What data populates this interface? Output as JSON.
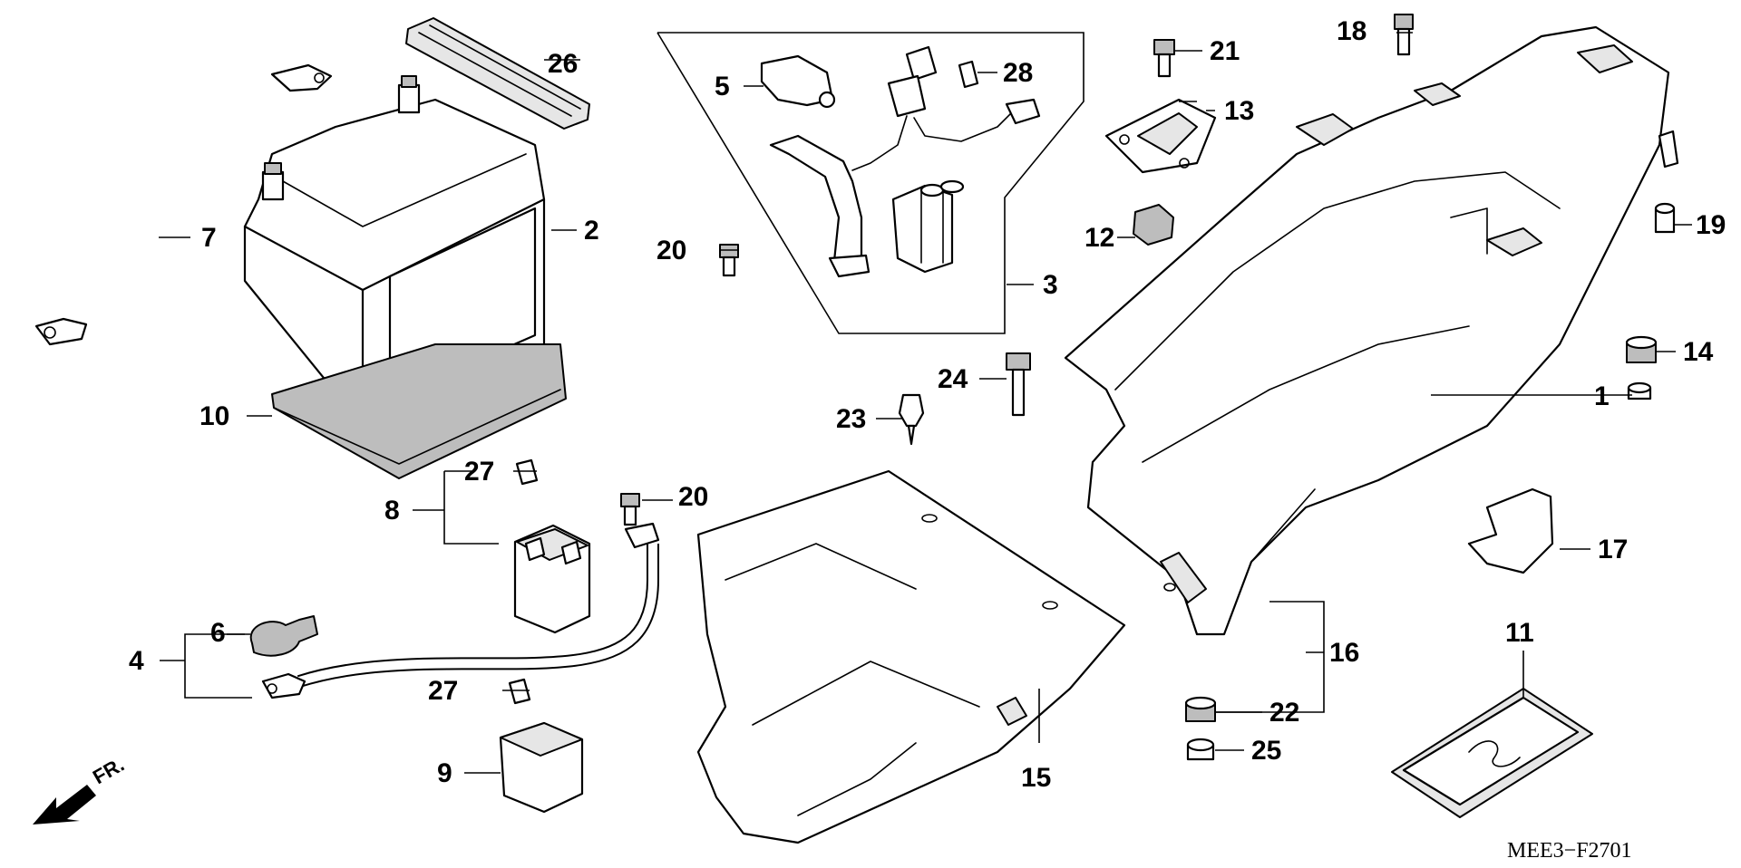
{
  "diagram_code": "MEE3−F2701",
  "direction_label": "FR.",
  "direction_icon": "front-arrow-icon",
  "callouts": {
    "c1": "1",
    "c2": "2",
    "c3": "3",
    "c4": "4",
    "c5": "5",
    "c6": "6",
    "c7": "7",
    "c8": "8",
    "c9": "9",
    "c10": "10",
    "c11": "11",
    "c12": "12",
    "c13": "13",
    "c14": "14",
    "c15": "15",
    "c16": "16",
    "c17": "17",
    "c18": "18",
    "c19": "19",
    "c20a": "20",
    "c20b": "20",
    "c21": "21",
    "c22": "22",
    "c23": "23",
    "c24": "24",
    "c25": "25",
    "c26": "26",
    "c27a": "27",
    "c27b": "27",
    "c28": "28"
  },
  "parts": [
    "battery-cable-icon",
    "battery-icon",
    "starter-relay-harness-icon",
    "ground-cable-icon",
    "relay-cover-icon",
    "terminal-cap-icon",
    "battery-band-icon",
    "relay-icon",
    "fuse-box-cover-icon",
    "battery-pad-icon",
    "manual-pouch-icon",
    "rubber-cushion-icon",
    "bracket-plate-icon",
    "grommet-icon",
    "inner-fender-icon",
    "rear-fender-icon",
    "clip-cover-icon",
    "bolt-icon",
    "fuse-icon"
  ]
}
